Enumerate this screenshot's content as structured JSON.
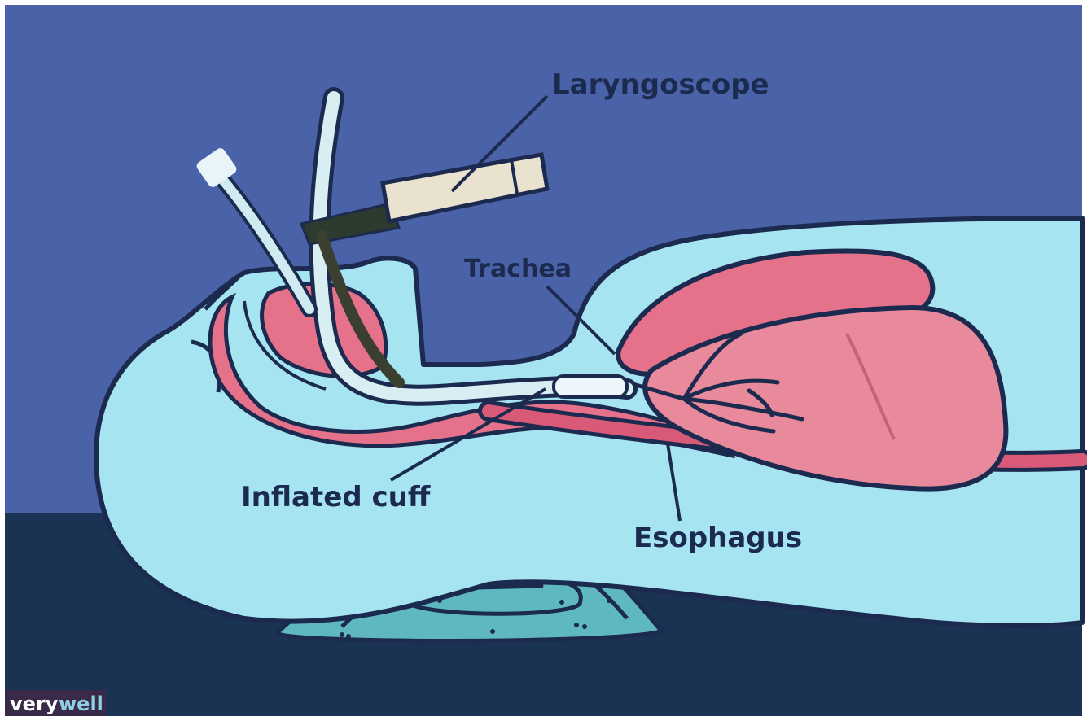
{
  "labels": {
    "laryngoscope": "Laryngoscope",
    "trachea": "Trachea",
    "inflated_cuff": "Inflated cuff",
    "esophagus": "Esophagus"
  },
  "branding": {
    "logo_text_very": "very",
    "logo_text_well": "well"
  },
  "colors": {
    "background_upper": "#4a63a8",
    "background_lower": "#1a3352",
    "body_fill": "#a6e4f2",
    "outline": "#1b2a4e",
    "tissue_pink": "#e5728a",
    "lung_pink": "#e98a9c",
    "pillow_teal": "#5fb8bf",
    "laryngoscope_handle": "#e9e2cf",
    "tube": "#d8eef3",
    "label_text": "#1b2a4e"
  }
}
